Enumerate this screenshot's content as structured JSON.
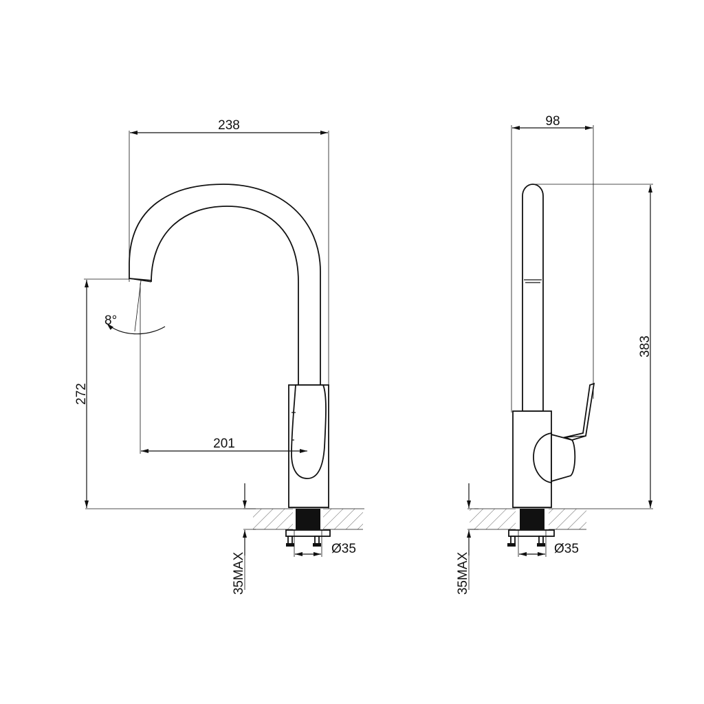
{
  "front_view": {
    "width_label": "238",
    "reach_label": "201",
    "spout_height_label": "272",
    "angle_label": "8°",
    "deck_thickness_label": "35MAX",
    "hole_diameter_label": "Ø35"
  },
  "side_view": {
    "depth_label": "98",
    "total_height_label": "383",
    "deck_thickness_label": "35MAX",
    "hole_diameter_label": "Ø35"
  }
}
